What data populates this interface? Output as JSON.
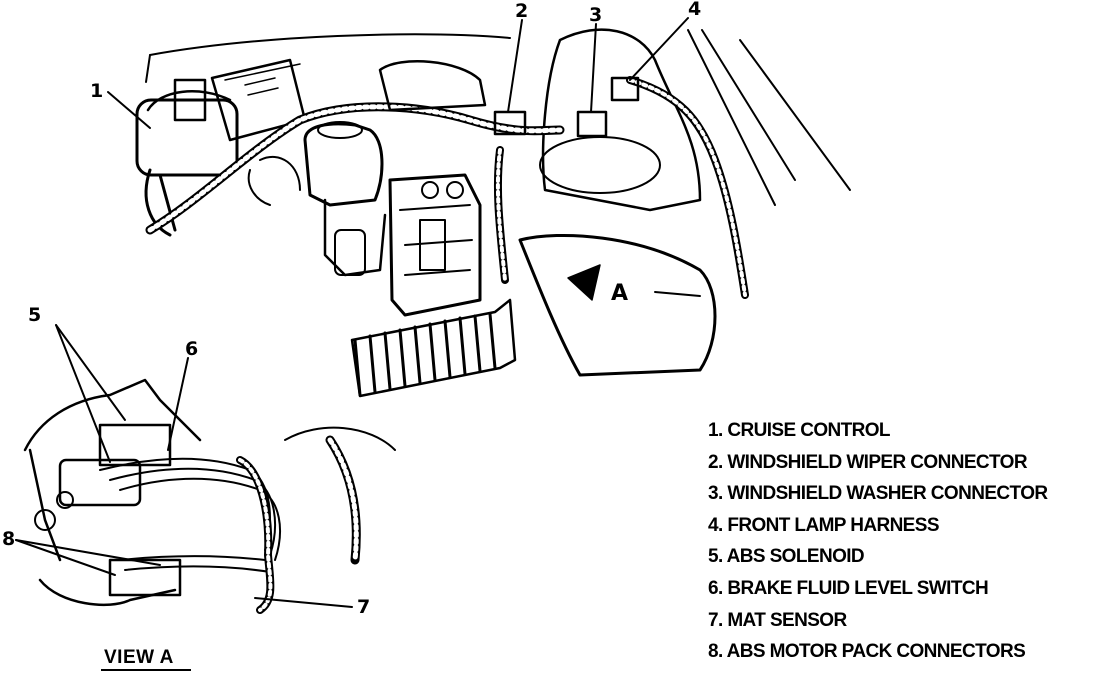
{
  "diagram": {
    "callouts": {
      "c1": "1",
      "c2": "2",
      "c3": "3",
      "c4": "4",
      "c5": "5",
      "c6": "6",
      "c7": "7",
      "c8": "8"
    },
    "view_arrow_letter": "A",
    "view_label": "VIEW A"
  },
  "legend": {
    "items": [
      "1. CRUISE CONTROL",
      "2. WINDSHIELD WIPER CONNECTOR",
      "3. WINDSHIELD WASHER CONNECTOR",
      "4. FRONT LAMP HARNESS",
      "5. ABS SOLENOID",
      "6. BRAKE FLUID LEVEL SWITCH",
      "7. MAT SENSOR",
      "8. ABS MOTOR PACK CONNECTORS"
    ]
  }
}
